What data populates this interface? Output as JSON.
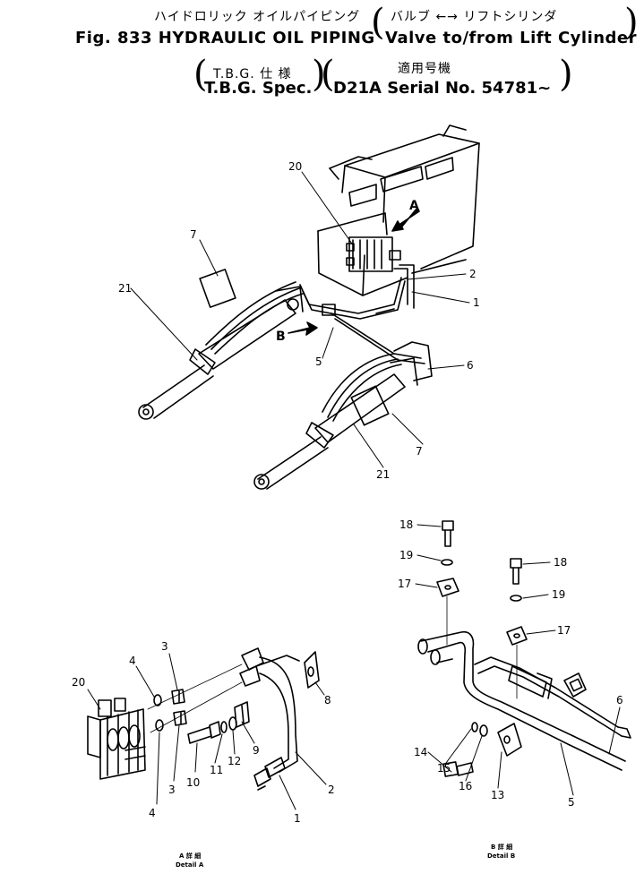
{
  "header": {
    "jp_line": "ハイドロリック オイルパイピング",
    "jp_side": "バルブ ←→ リフトシリンダ",
    "fig_title": "Fig. 833 HYDRAULIC OIL PIPING",
    "fig_side": "Valve to/from Lift Cylinder",
    "spec_jp": "T.B.G. 仕 様",
    "spec_en": "T.B.G. Spec.",
    "serial_jp": "適用号機",
    "serial_en": "D21A Serial No. 54781~"
  },
  "main_view": {
    "arrow_a": "A",
    "arrow_b": "B",
    "labels": [
      "20",
      "7",
      "21",
      "2",
      "1",
      "5",
      "6",
      "7",
      "21"
    ]
  },
  "detail_a": {
    "labels": [
      "3",
      "4",
      "20",
      "3",
      "4",
      "10",
      "11",
      "12",
      "9",
      "8",
      "2",
      "1"
    ],
    "caption_jp": "A 詳 細",
    "caption_en": "Detail A"
  },
  "detail_b": {
    "labels": [
      "18",
      "19",
      "17",
      "18",
      "19",
      "17",
      "14",
      "15",
      "16",
      "13",
      "6",
      "5"
    ],
    "caption_jp": "B 詳 細",
    "caption_en": "Detail B"
  }
}
